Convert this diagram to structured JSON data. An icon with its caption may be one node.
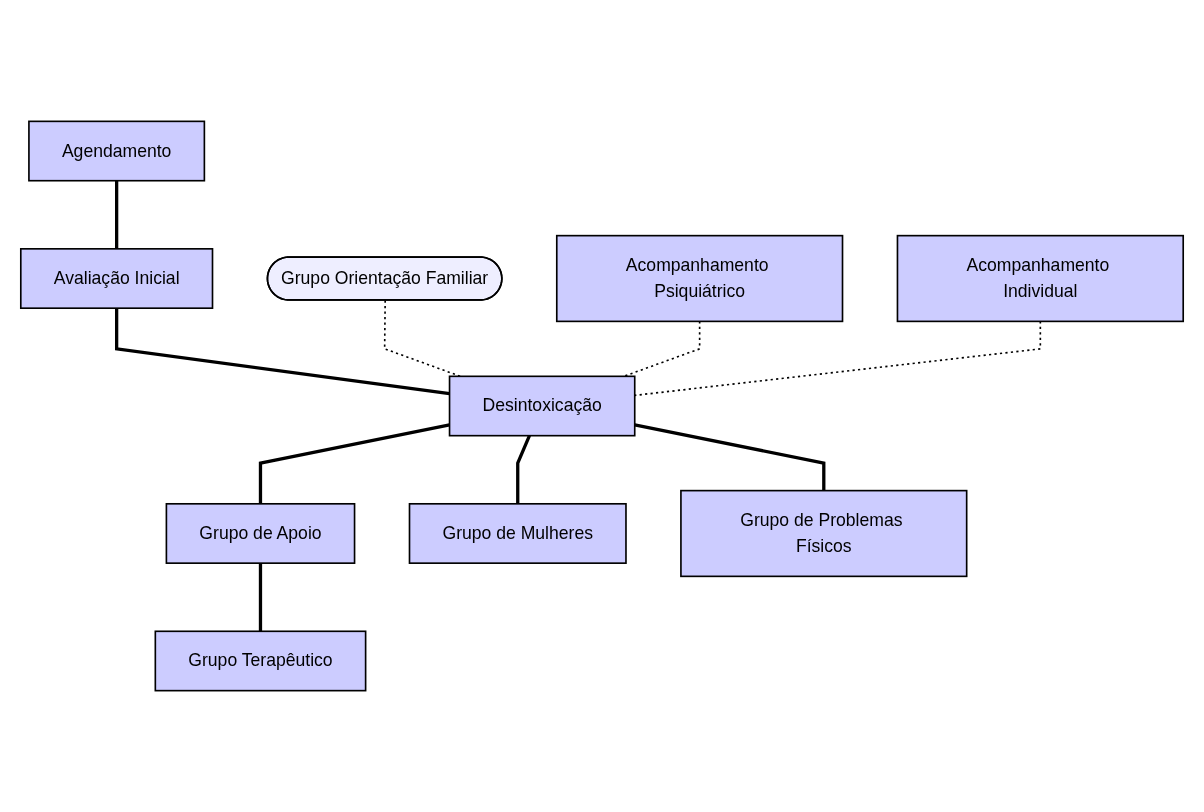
{
  "diagram": {
    "nodes": [
      {
        "text": [
          "Agendamento"
        ]
      },
      {
        "text": [
          "Avaliação Inicial"
        ]
      },
      {
        "text": [
          "Desintoxicação"
        ]
      },
      {
        "text": [
          "Grupo Orientação Familiar"
        ]
      },
      {
        "text": [
          "Acompanhamento Psiquiátrico"
        ]
      },
      {
        "text": [
          "Acompanhamento Individual"
        ]
      },
      {
        "text": [
          "Grupo de Apoio"
        ]
      },
      {
        "text": [
          "Grupo de Mulheres"
        ]
      },
      {
        "text": [
          "Grupo de Problemas Físicos"
        ]
      },
      {
        "text": [
          "Grupo Terapêutico"
        ]
      }
    ],
    "edges": [
      {
        "from": 0,
        "to": 1,
        "arrow": "none"
      },
      {
        "from": 1,
        "to": 2,
        "arrow": "none"
      },
      {
        "from": 3,
        "to": 2,
        "arrow": "none",
        "style": "dashed"
      },
      {
        "from": 4,
        "to": 2,
        "arrow": "none",
        "style": "dashed"
      },
      {
        "from": 5,
        "to": 2,
        "arrow": "none",
        "style": "dashed"
      },
      {
        "from": 2,
        "to": 6,
        "arrow": "none"
      },
      {
        "from": 2,
        "to": 7,
        "arrow": "none"
      },
      {
        "from": 2,
        "to": 8,
        "arrow": "none"
      },
      {
        "from": 6,
        "to": 9,
        "arrow": "none"
      }
    ]
  }
}
